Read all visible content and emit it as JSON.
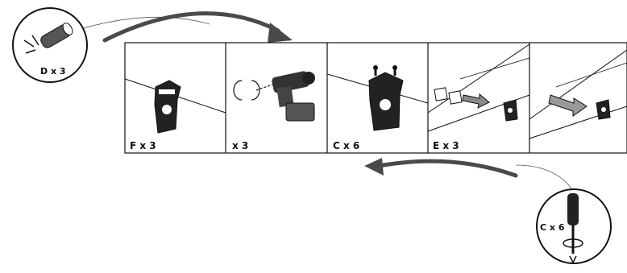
{
  "panels": [
    {
      "label": "F x 3"
    },
    {
      "label": "x 3"
    },
    {
      "label": "C x 6"
    },
    {
      "label": "E x 3"
    },
    {
      "label": ""
    }
  ],
  "callouts": {
    "left": {
      "label": "D x 3",
      "icon": "wall-plug-icon"
    },
    "right": {
      "label": "C x 6",
      "icon": "screwdriver-icon"
    }
  },
  "colors": {
    "arrow": "#4a4a4a",
    "line": "#111111"
  }
}
